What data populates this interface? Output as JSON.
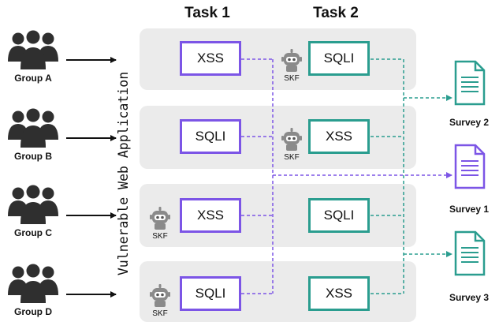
{
  "tasks": {
    "task1": "Task 1",
    "task2": "Task 2"
  },
  "vertical_label": "Vulnerable Web Application",
  "groups": [
    {
      "label": "Group A"
    },
    {
      "label": "Group B"
    },
    {
      "label": "Group C"
    },
    {
      "label": "Group D"
    }
  ],
  "rows": [
    {
      "task1": "XSS",
      "task2": "SQLI",
      "skf_label": "SKF"
    },
    {
      "task1": "SQLI",
      "task2": "XSS",
      "skf_label": "SKF"
    },
    {
      "task1": "XSS",
      "task2": "SQLI",
      "skf_label": "SKF"
    },
    {
      "task1": "SQLI",
      "task2": "XSS",
      "skf_label": "SKF"
    }
  ],
  "surveys": [
    {
      "label": "Survey 2"
    },
    {
      "label": "Survey 1"
    },
    {
      "label": "Survey 3"
    }
  ],
  "colors": {
    "purple": "#7c55e6",
    "teal": "#2a9d8f",
    "row_bg": "#ebebeb",
    "group_icon": "#2f2f2f",
    "robot": "#8a8a8a"
  }
}
